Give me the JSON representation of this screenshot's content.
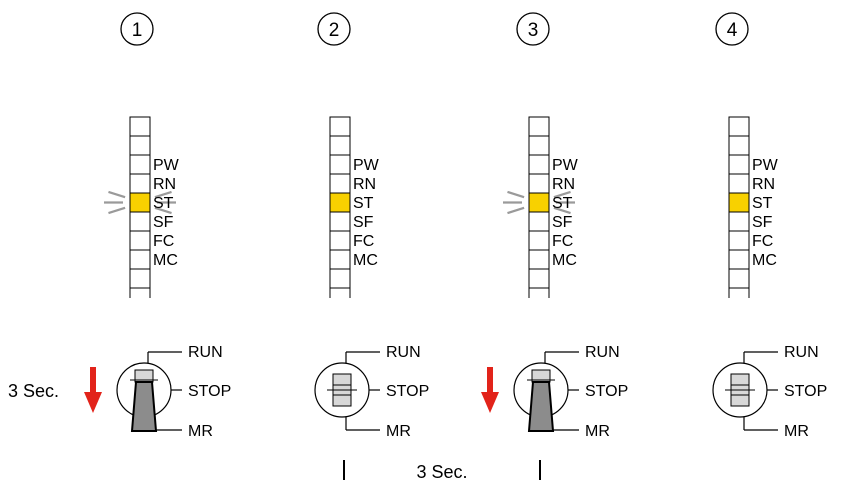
{
  "steps": [
    {
      "number": "1",
      "st_led": "flashing",
      "switch_position": "MR",
      "arrow": true
    },
    {
      "number": "2",
      "st_led": "on",
      "switch_position": "STOP",
      "arrow": false
    },
    {
      "number": "3",
      "st_led": "flashing",
      "switch_position": "MR",
      "arrow": true
    },
    {
      "number": "4",
      "st_led": "on",
      "switch_position": "STOP",
      "arrow": false
    }
  ],
  "led_labels": [
    "PW",
    "RN",
    "ST",
    "SF",
    "FC",
    "MC"
  ],
  "switch_labels": {
    "run": "RUN",
    "stop": "STOP",
    "mr": "MR"
  },
  "hold_note": "3 Sec.",
  "interval_note": "3 Sec.",
  "colors": {
    "led_on": "#F8D100",
    "arrow": "#E2231A",
    "flash": "#9A9A9A",
    "lever_mr": "#8C8C8C",
    "lever_stop": "#D8D8D8"
  }
}
